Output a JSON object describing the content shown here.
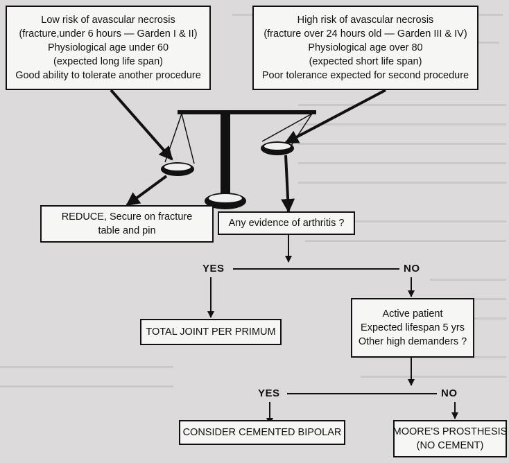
{
  "boxes": {
    "low_risk": {
      "lines": [
        "Low risk of avascular necrosis",
        "(fracture,under 6 hours — Garden I & II)",
        "Physiological age under 60",
        "(expected long life span)",
        "Good ability to tolerate another procedure"
      ]
    },
    "high_risk": {
      "lines": [
        "High risk of avascular necrosis",
        "(fracture over 24 hours old — Garden III & IV)",
        "Physiological age over 80",
        "(expected short life span)",
        "Poor tolerance expected for second procedure"
      ]
    },
    "reduce": {
      "lines": [
        "REDUCE, Secure on fracture",
        "table and pin"
      ]
    },
    "arthritis": {
      "lines": [
        "Any evidence of arthritis ?"
      ]
    },
    "total_joint": {
      "lines": [
        "TOTAL JOINT PER PRIMUM"
      ]
    },
    "active_patient": {
      "lines": [
        "Active patient",
        "Expected lifespan 5 yrs",
        "Other high demanders ?"
      ]
    },
    "cemented_bipolar": {
      "lines": [
        "CONSIDER CEMENTED BIPOLAR"
      ]
    },
    "moore": {
      "lines": [
        "MOORE'S PROSTHESIS",
        "(NO CEMENT)"
      ]
    }
  },
  "labels": {
    "yes_1": "YES",
    "no_1": "NO",
    "yes_2": "YES",
    "no_2": "NO"
  }
}
